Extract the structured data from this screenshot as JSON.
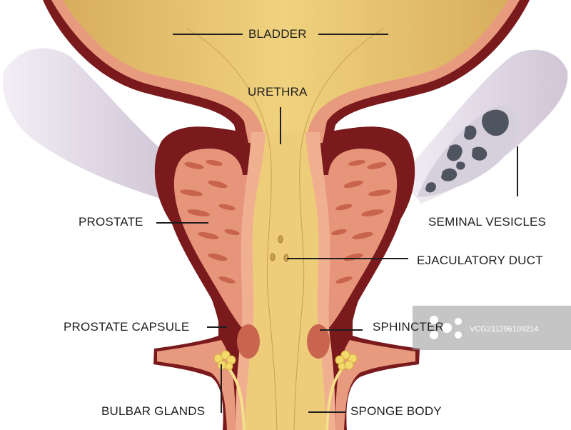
{
  "labels": {
    "bladder": "BLADDER",
    "urethra": "URETHRA",
    "prostate": "PROSTATE",
    "seminal_vesicles": "SEMINAL VESICLES",
    "ejaculatory_duct": "EJACULATORY DUCT",
    "prostate_capsule": "PROSTATE CAPSULE",
    "sphincter": "SPHINCTER",
    "bulbar_glands": "BULBAR GLANDS",
    "sponge_body": "SPONGE BODY"
  },
  "watermark": {
    "text": "VCG211296109214"
  },
  "colors": {
    "outline": "#7a1a1c",
    "tissue": "#e89a7e",
    "tissue_light": "#f2b79c",
    "prostate_fill": "#e6957a",
    "striation": "#c8644c",
    "lumen": "#edcc7a",
    "vesicle": "#e6e0ea",
    "vesicle_spot": "#4f5560",
    "gland": "#f3d86a",
    "sphincter": "#c9644e"
  }
}
